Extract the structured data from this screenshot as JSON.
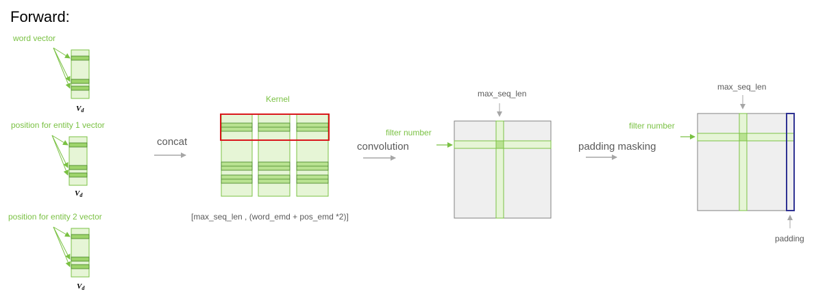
{
  "title": "Forward:",
  "colors": {
    "green": "#7ac143",
    "light_green": "#e6f5d6",
    "dark_green": "#3f7f1f",
    "gray_arrow": "#a6a6a6",
    "matrix_fill": "#efefef",
    "kernel_red": "#d9151b",
    "padding_blue": "#2e3192"
  },
  "inputs": [
    {
      "label": "word vector",
      "symbol": "V",
      "subscript": "d"
    },
    {
      "label": "position  for entity 1 vector",
      "symbol": "V",
      "subscript": "d"
    },
    {
      "label": "position  for entity 2 vector",
      "symbol": "V",
      "subscript": "d"
    }
  ],
  "concat": {
    "label": "concat"
  },
  "embedding": {
    "kernel_label": "Kernel",
    "shape_label": "[max_seq_len  , (word_emd   + pos_emd  *2)]"
  },
  "convolution": {
    "label": "convolution",
    "filter_label": "filter number",
    "seq_label": "max_seq_len"
  },
  "padding_masking": {
    "label": "padding masking",
    "filter_label": "filter number",
    "seq_label": "max_seq_len",
    "padding_label": "padding"
  }
}
